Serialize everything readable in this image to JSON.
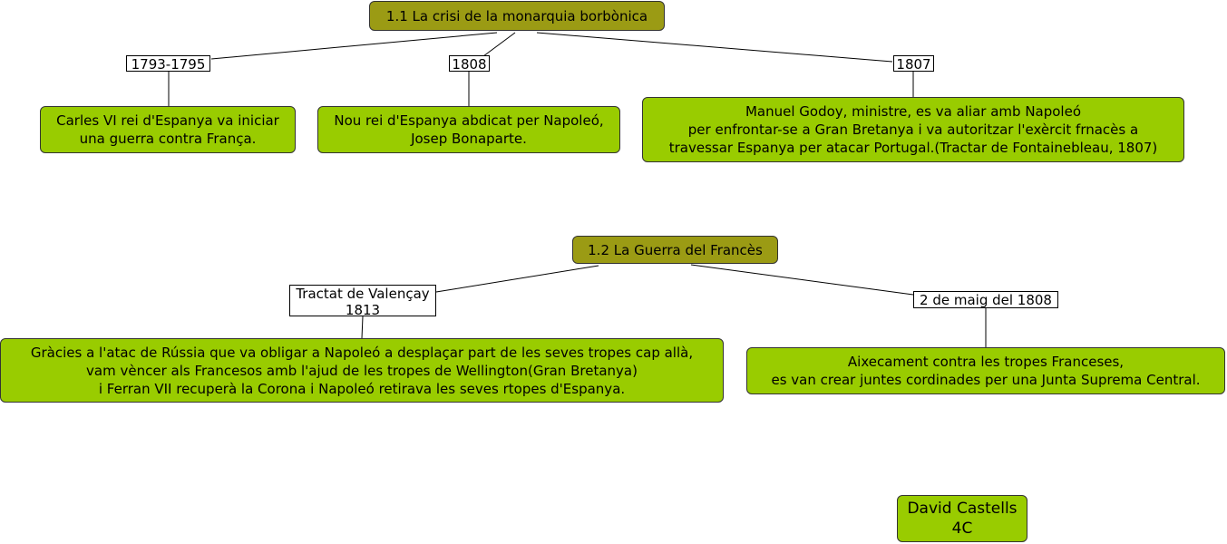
{
  "topics": {
    "t1": "1.1 La crisi de la monarquia borbònica",
    "t2": "1.2 La Guerra del Francès"
  },
  "labels": {
    "l1": "1793-1795",
    "l2": "1808",
    "l3": "1807",
    "l4": "Tractat de Valençay\n1813",
    "l5": "2 de maig del 1808"
  },
  "concepts": {
    "c1": "Carles VI rei d'Espanya va iniciar\nuna guerra contra França.",
    "c2": "Nou rei d'Espanya abdicat per Napoleó,\nJosep Bonaparte.",
    "c3": "Manuel Godoy, ministre, es va aliar amb Napoleó\nper enfrontar-se a Gran Bretanya i va autoritzar l'exèrcit frnacès a\ntravessar Espanya per atacar Portugal.(Tractar de Fontainebleau, 1807)",
    "c4": "Gràcies a l'atac de Rússia que va obligar a Napoleó a desplaçar part de les seves tropes cap allà,\nvam vèncer als Francesos amb l'ajud de les tropes de Wellington(Gran Bretanya)\ni Ferran VII recuperà la Corona i Napoleó retirava les seves rtopes d'Espanya.",
    "c5": "Aixecament contra les tropes Franceses,\nes van crear juntes cordinades per una Junta Suprema Central.",
    "c6": "David Castells\n4C"
  },
  "colors": {
    "topic": "#9b9b14",
    "concept": "#99cc00",
    "line": "#000000"
  }
}
